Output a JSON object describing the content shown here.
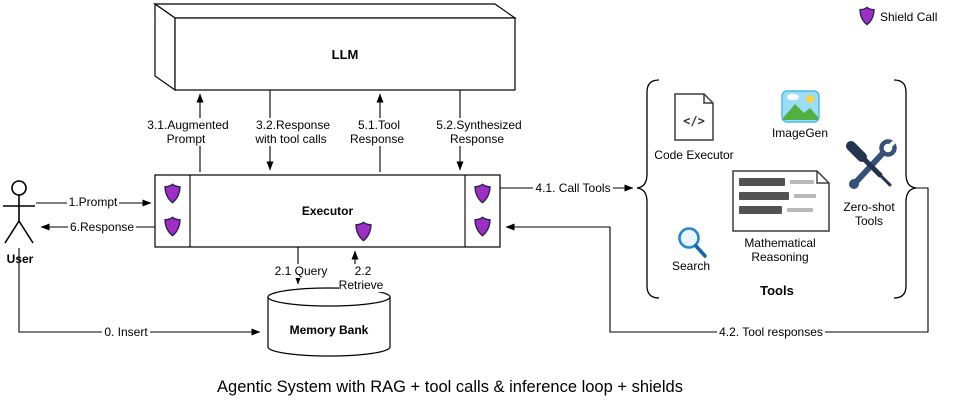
{
  "title": "Agentic System with RAG + tool calls & inference loop + shields",
  "legend": {
    "shield_call": "Shield Call"
  },
  "nodes": {
    "llm": "LLM",
    "executor": "Executor",
    "user": "User",
    "memory_bank": "Memory Bank"
  },
  "tools": {
    "group_label": "Tools",
    "code_executor": "Code Executor",
    "imagegen": "ImageGen",
    "search": "Search",
    "math_reasoning": "Mathematical Reasoning",
    "zero_shot": "Zero-shot Tools"
  },
  "icons": {
    "code_glyph": "</>"
  },
  "edges": {
    "prompt": "1.Prompt",
    "response": "6.Response",
    "insert": "0. Insert",
    "augmented_prompt": "3.1.Augmented Prompt",
    "response_with_tool_calls": "3.2.Response with tool calls",
    "tool_response": "5.1.Tool Response",
    "synthesized_response": "5.2.Synthesized Response",
    "call_tools": "4.1. Call Tools",
    "tool_responses": "4.2. Tool responses",
    "query": "2.1 Query",
    "retrieve": "2.2 Retrieve"
  },
  "colors": {
    "shield_fill": "#9e2fc4",
    "shield_stroke": "#28204f",
    "search_blue": "#1e88d0",
    "imagegen_sky": "#9bdcf7",
    "imagegen_green": "#52b043",
    "imagegen_sun": "#ffd23f",
    "tools_dark": "#24344d",
    "wrench_blue": "#35507a"
  }
}
